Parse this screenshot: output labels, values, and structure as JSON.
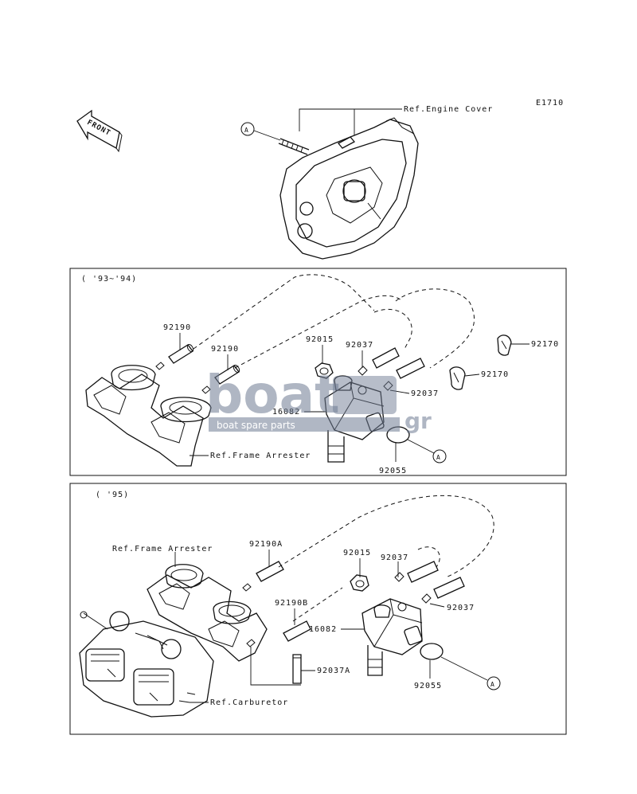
{
  "diagram_id": "E1710",
  "front_label": "FRONT",
  "callout_a": "A",
  "top": {
    "engine_cover_label": "Ref.Engine Cover"
  },
  "section1": {
    "title": "( '93~'94)",
    "labels": {
      "hose1": "92190",
      "hose2": "92190",
      "nut": "92015",
      "clip_top": "92037",
      "clip_right": "92037",
      "clamp1": "92170",
      "clamp2": "92170",
      "pump": "16082",
      "oring": "92055",
      "frame_arrester": "Ref.Frame Arrester"
    }
  },
  "section2": {
    "title": "( '95)",
    "labels": {
      "frame_arrester": "Ref.Frame Arrester",
      "hoseA": "92190A",
      "hoseB": "92190B",
      "nut": "92015",
      "clip_top": "92037",
      "clip_right": "92037",
      "pin": "92037A",
      "pump": "16082",
      "oring": "92055",
      "carburetor": "Ref.Carburetor"
    }
  },
  "watermark": {
    "brand": "boat",
    "brand_suffix": "gr",
    "tagline": "boat spare parts",
    "color": "#6f7c93"
  }
}
